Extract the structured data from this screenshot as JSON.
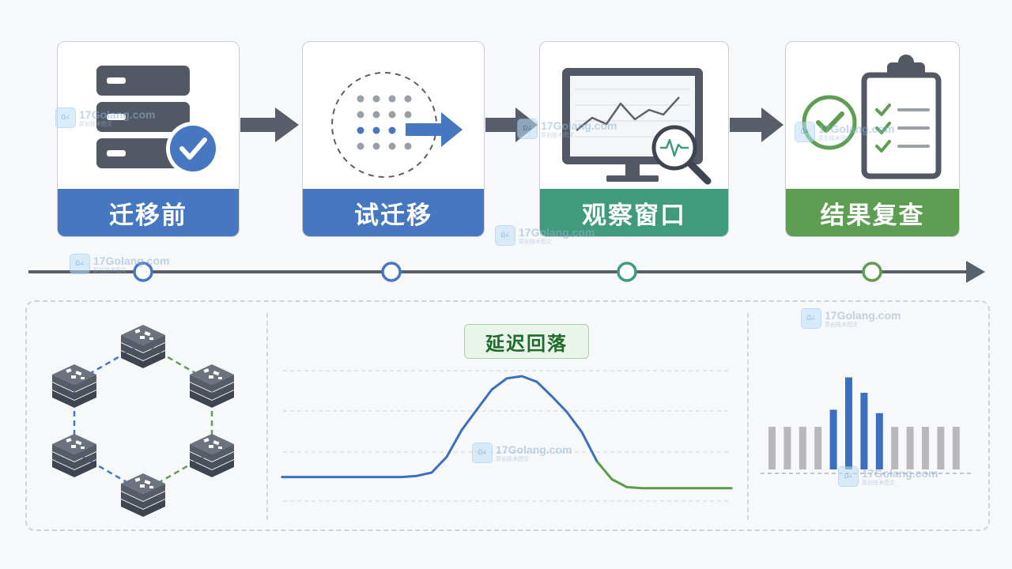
{
  "stages": [
    {
      "label": "迁移前",
      "color": "#4677c0",
      "icon": "server-stack-check-icon"
    },
    {
      "label": "试迁移",
      "color": "#4677c0",
      "icon": "dot-grid-arrow-icon"
    },
    {
      "label": "观察窗口",
      "color": "#3f9b7c",
      "icon": "monitor-chart-magnifier-icon"
    },
    {
      "label": "结果复查",
      "color": "#5e9e52",
      "icon": "clipboard-checklist-icon"
    }
  ],
  "timeline": {
    "node_colors": [
      "#4677c0",
      "#4677c0",
      "#3f9b7c",
      "#5e9e52"
    ],
    "axis_color": "#58606b"
  },
  "bottom": {
    "cluster": {
      "icon": "redis-cluster-ring-icon",
      "node_count": 6
    },
    "latency": {
      "badge": "延迟回落"
    }
  },
  "watermark": {
    "logo_text": "Ω∠",
    "site": "17Golang.com",
    "subtitle": "原创技术图文"
  },
  "chart_data": {
    "type": "line",
    "title": "延迟回落",
    "xlabel": "",
    "ylabel": "",
    "x": [
      0,
      1,
      2,
      3,
      4,
      5,
      6,
      7,
      8,
      9,
      10,
      11,
      12,
      13,
      14,
      15,
      16,
      17,
      18,
      19,
      20,
      21,
      22,
      23,
      24,
      25,
      26,
      27,
      28,
      29,
      30
    ],
    "series": [
      {
        "values": [
          10,
          10,
          10,
          10,
          10,
          10,
          10,
          10,
          10,
          11,
          14,
          28,
          52,
          70,
          88,
          98,
          100,
          95,
          82,
          68,
          50,
          24,
          8,
          1,
          0,
          0,
          0,
          0,
          0,
          0,
          0
        ],
        "colors": {
          "rise": "#3d6fbf",
          "fall": "#5c9b4a"
        }
      }
    ],
    "ylim": [
      -10,
      100
    ],
    "grid": true,
    "bars": {
      "type": "bar",
      "values": [
        50,
        50,
        50,
        50,
        70,
        108,
        90,
        66,
        50,
        50,
        50,
        50,
        50
      ],
      "highlight": [
        4,
        5,
        6,
        7
      ],
      "colors": {
        "normal": "#b8b8bc",
        "highlight": "#3d6fbf"
      },
      "ylim": [
        0,
        115
      ]
    }
  }
}
